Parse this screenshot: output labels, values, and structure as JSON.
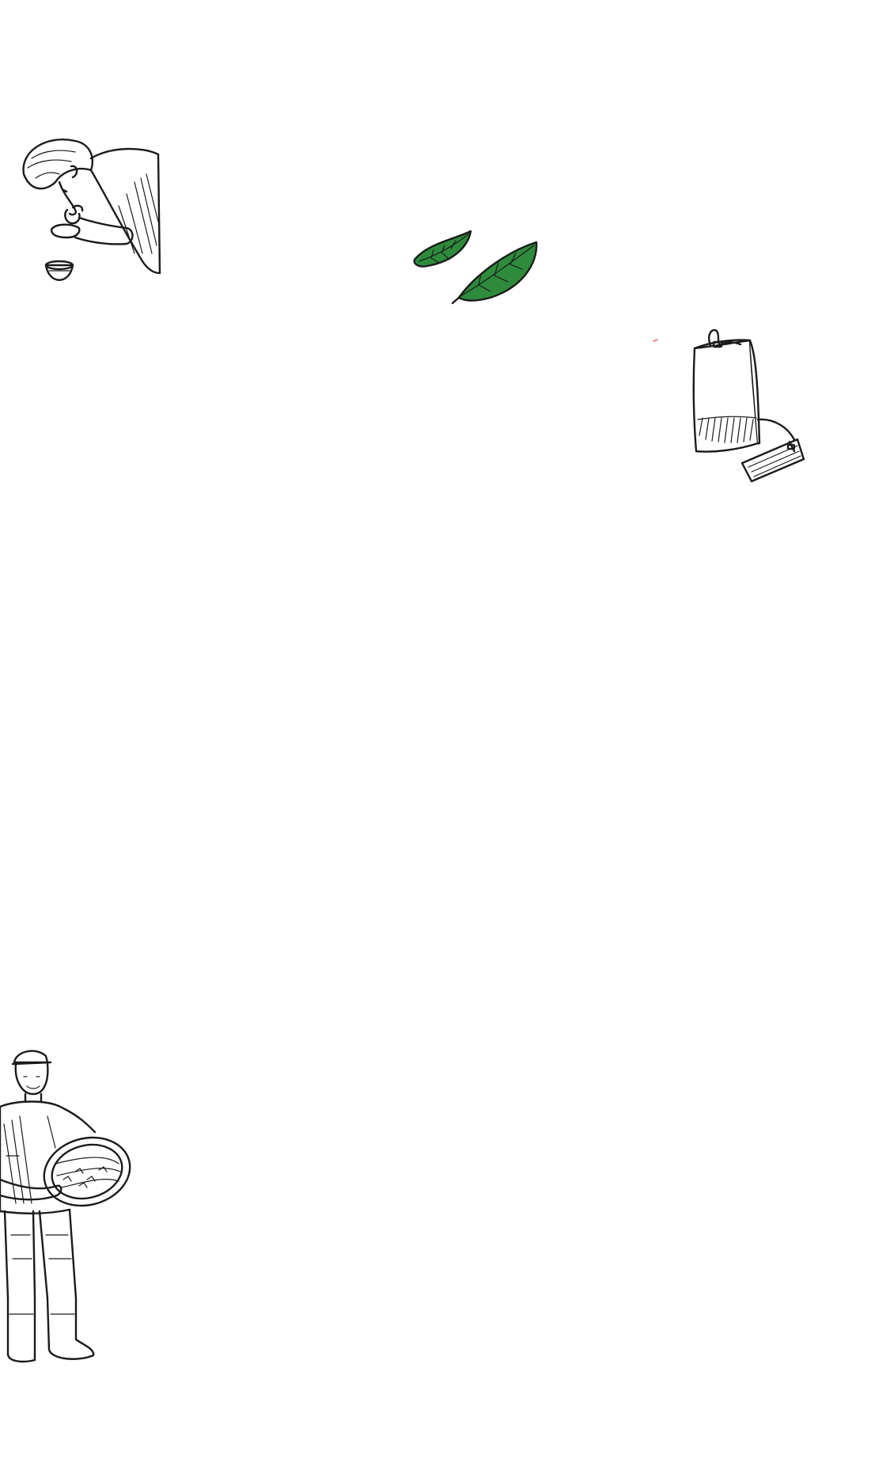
{
  "page": {
    "background_color": "#ffffff"
  },
  "illustrations": [
    {
      "id": "taster",
      "subject": "person-smelling-tea-cup",
      "ink_color": "#1b1b1b"
    },
    {
      "id": "leaves",
      "subject": "two-tea-leaves",
      "ink_color": "#1b1b1b",
      "fill_color": "#2e8b3c"
    },
    {
      "id": "teabag",
      "subject": "tea-bag-with-tag",
      "ink_color": "#1b1b1b"
    },
    {
      "id": "farmer",
      "subject": "farmer-holding-basket-of-tea-leaves",
      "ink_color": "#1b1b1b"
    }
  ],
  "accents": {
    "speck_color": "#e05050"
  }
}
